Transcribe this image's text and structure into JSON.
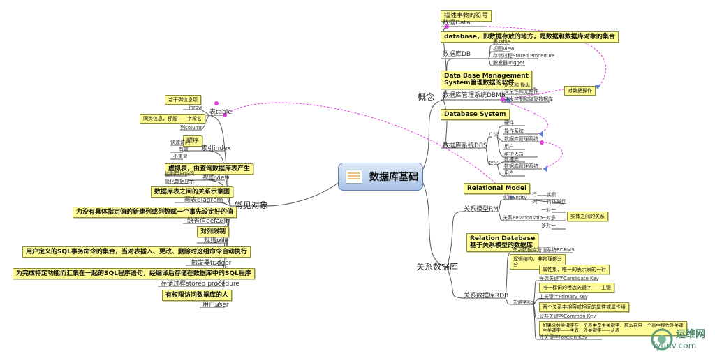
{
  "central": {
    "title": "数据库基础"
  },
  "concept": {
    "label": "概念",
    "data": {
      "label": "数据Data",
      "note": "描述事物的符号"
    },
    "db": {
      "label": "数据库DB",
      "note": "database，即数据存放的地方，是数据和数据库对象的集合",
      "items": [
        "表Table",
        "视图View",
        "存储过程Stored Procedure",
        "触发器Trigger"
      ]
    },
    "dbms": {
      "label": "数据库管理系统DBMS",
      "note_line1": "Data Base Management",
      "note_line2": "System管理数据的软件",
      "items": [
        "定义和 操纵",
        "安全性和完整性",
        "并发控制和恢复数据库"
      ],
      "ops_note": "对数据操作"
    },
    "dbs": {
      "label": "数据库系统DBS",
      "note": "Database System",
      "broad_label": "广义",
      "broad_items": [
        "硬件",
        "操作系统",
        "数据库管理系统",
        "用户",
        "维护人员"
      ],
      "narrow_label": "狭义",
      "narrow_items": [
        "数据库",
        "数据库管理系统",
        "用户"
      ]
    }
  },
  "relational": {
    "label": "关系数据库",
    "rm": {
      "label": "关系模型RM",
      "note": "Relational Model",
      "entity_label": "实体Entity",
      "entity_items": [
        "行——实例",
        "列——特征属性"
      ],
      "relationship_label": "关系Relationship",
      "relationship_items": [
        "一对一",
        "一对多",
        "多对一"
      ],
      "relationship_note": "实体之间的关系"
    },
    "rdb": {
      "label": "关系数据库RDB",
      "note_line1": "Relation Database",
      "note_line2": "基于关系模型的数据库",
      "rdbms_label": "关系数据库管理系统RDBMS",
      "logic_note_line1": "逻辑结构，非物理部分",
      "logic_note_line2": "分",
      "key_label": "关键字Key",
      "keys": [
        {
          "note": "属性集，唯一的表示表的一行",
          "label": "候选关键字Candidate Key"
        },
        {
          "note": "唯一标识的候选关键字——主键",
          "label": "主关键字Primary Key"
        },
        {
          "note": "两个关系中相容或相同的属性或属性组",
          "label": "公共关键字Common Key"
        },
        {
          "note_line1": "如果公共关键字在一个表中是主关键字，那么在另一个表中称为外关键",
          "note_line2": "主关键字——主表，外关键字——从表",
          "label": "外关键字Foreign Key"
        }
      ]
    }
  },
  "common": {
    "label": "常见对象",
    "table": {
      "label": "表table",
      "note": "若干列信息项",
      "row_label": "行row",
      "field_note": "同类信息，标题——字段名",
      "col_label": "列column"
    },
    "index": {
      "label": "索引index",
      "note": "顺序",
      "items": [
        "快速访问",
        "有效",
        "不重复"
      ]
    },
    "view": {
      "label": "视图view",
      "note": "虚拟表，由查询数据库表产生",
      "items": [
        "控制用户访问",
        "简化数据显示"
      ]
    },
    "diagram": {
      "label": "图表diagram",
      "note": "数据库表之间的关系示意图"
    },
    "default": {
      "label": "缺省值default",
      "note": "为没有具体指定值的新建列或列数赋一个事先设定好的值"
    },
    "rule": {
      "label": "规则rule",
      "note": "对列限制"
    },
    "trigger": {
      "label": "触发器trigger",
      "note": "用户定义的SQL事务命令的集合，当对表插入、更改、删除时这组命令自动执行"
    },
    "procedure": {
      "label": "存储过程stored procedure",
      "note": "为完成特定功能而汇集在一起的SQL程序语句，经编译后存储在数据库中的SQL程序"
    },
    "user": {
      "label": "用户user",
      "note": "有权限访问数据库的人"
    }
  },
  "watermark": {
    "cn": "运维网",
    "en": "iyunv.com"
  },
  "colors": {
    "note_fill": "#fffb96",
    "link": "#e040e0",
    "line": "#555555",
    "central_top": "#dfe9f7",
    "central_bottom": "#a9c2e6"
  }
}
